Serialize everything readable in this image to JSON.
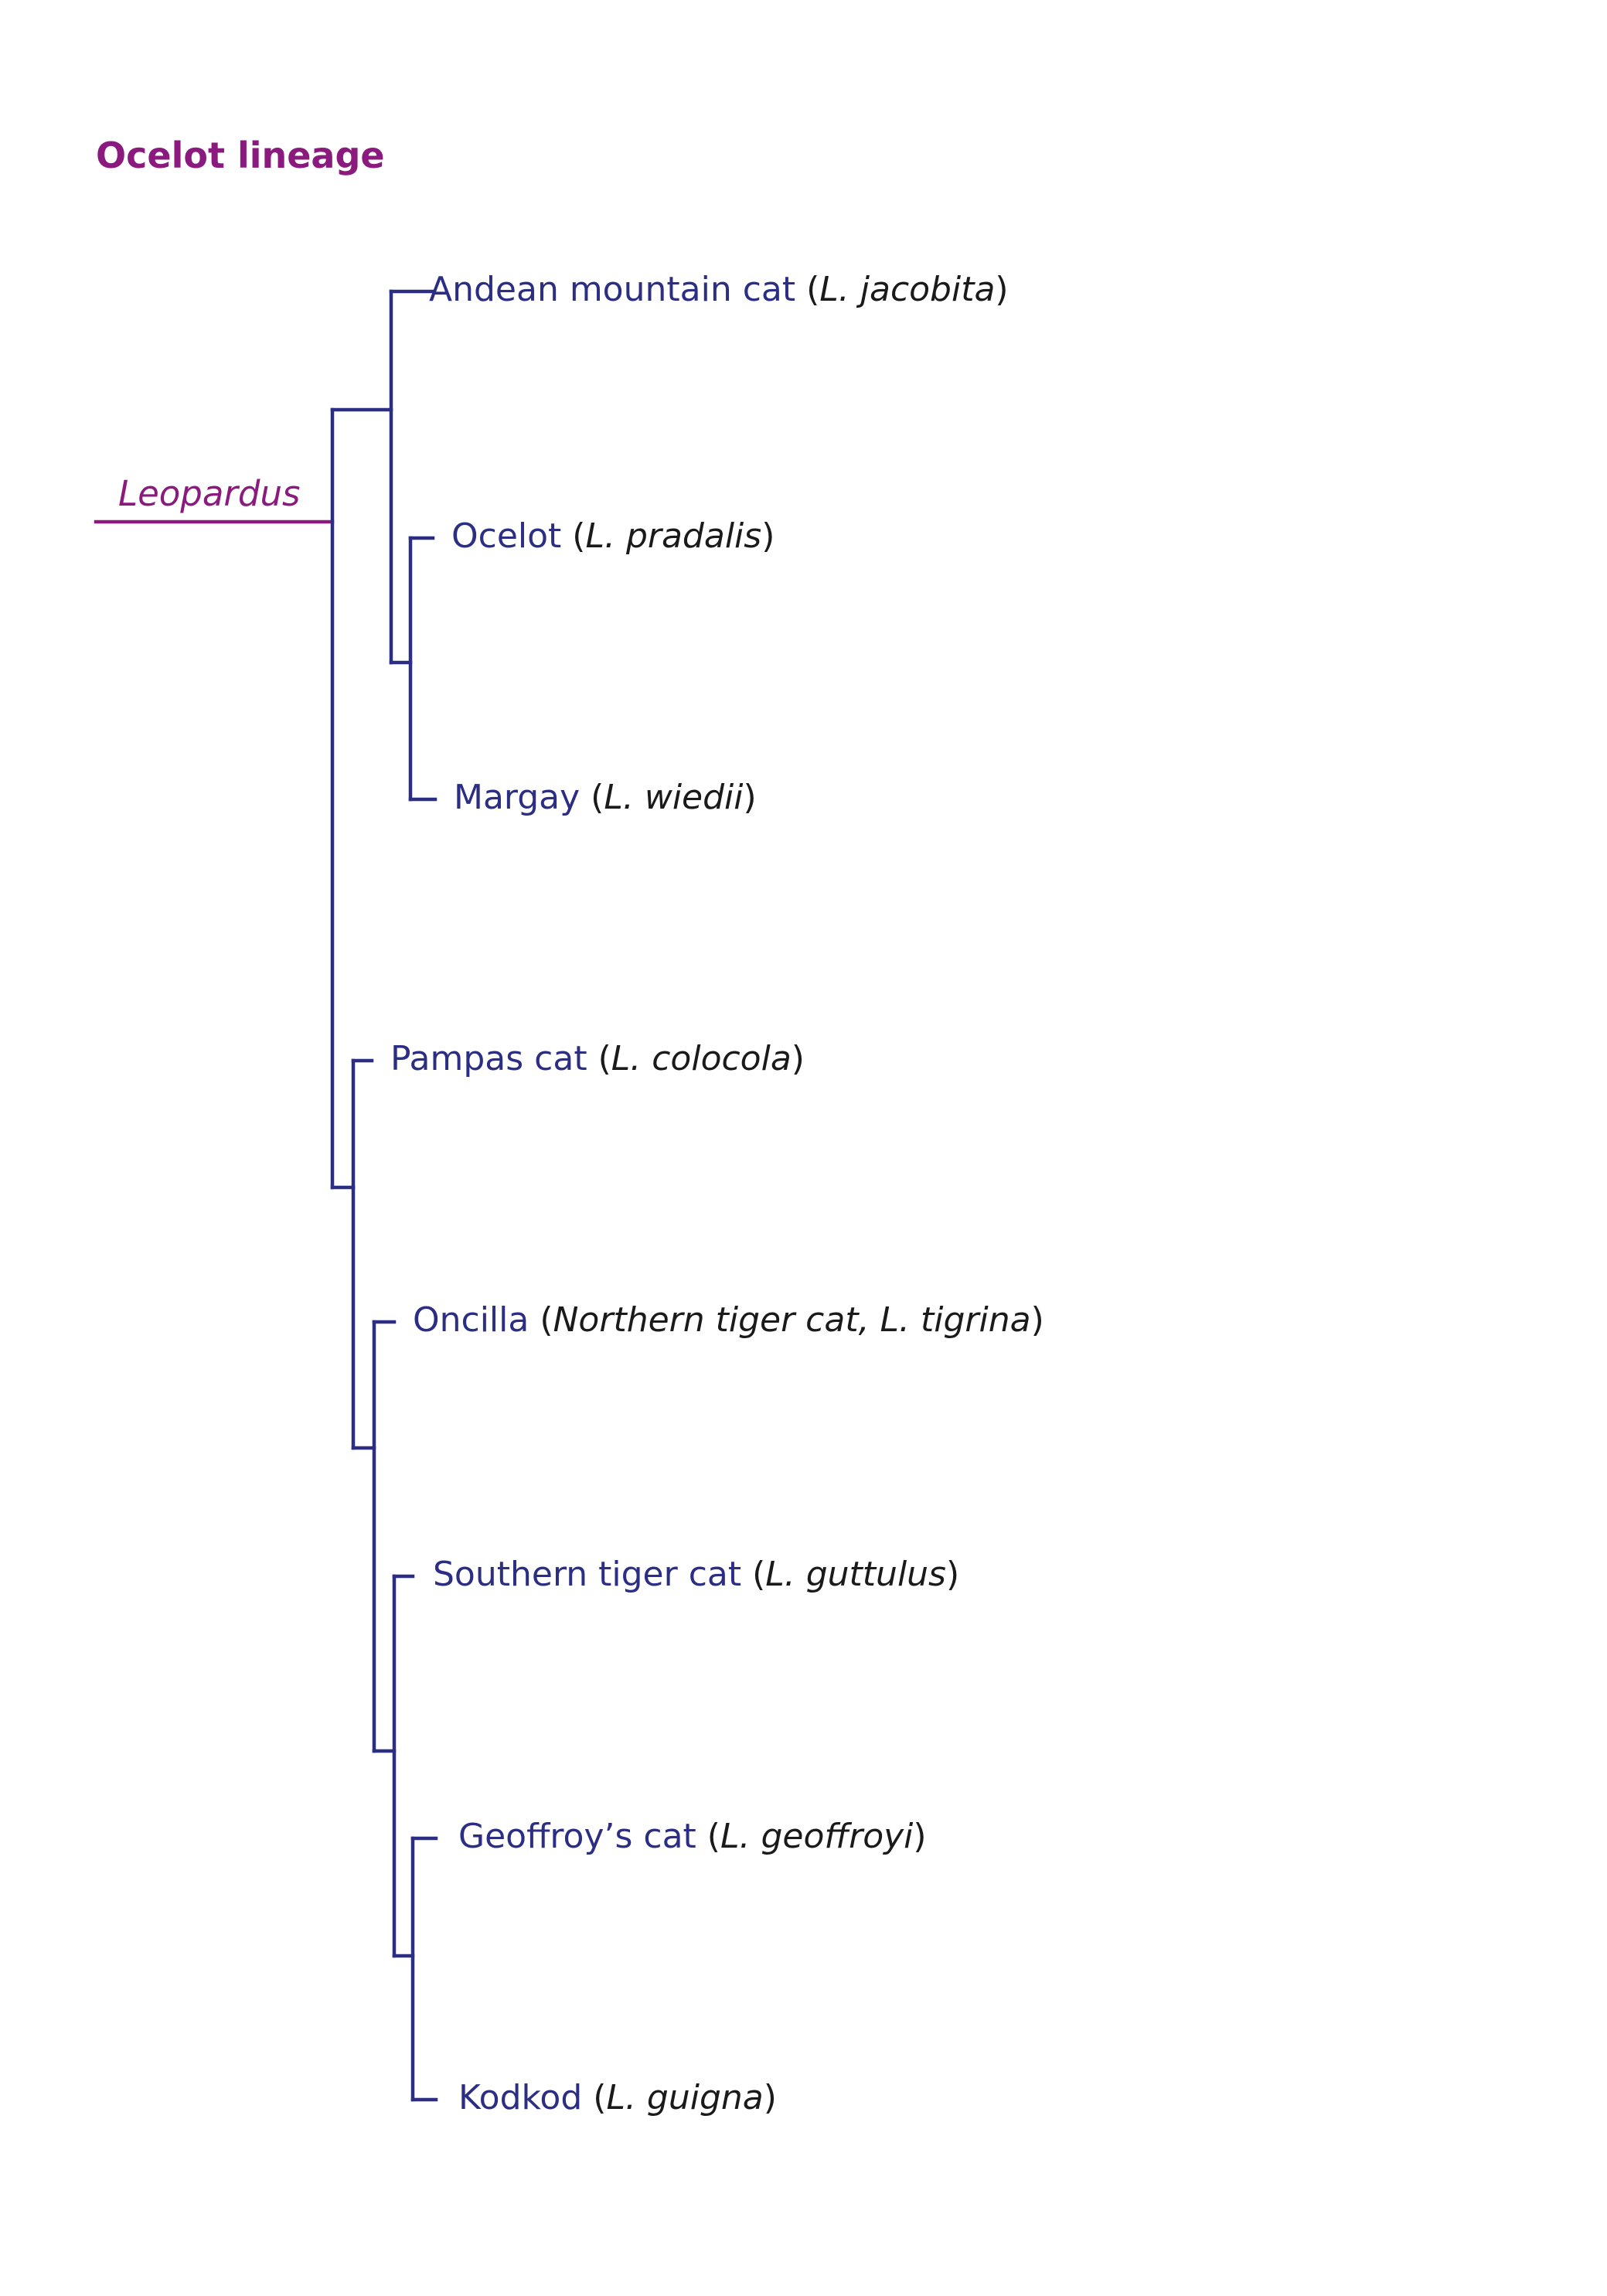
{
  "title": "Ocelot lineage",
  "genus": "Leopardus",
  "colors": {
    "title": "#8b1a7e",
    "genus": "#8b1a7e",
    "branch": "#2b2e83",
    "common_name": "#2b2e83",
    "scientific_name": "#1a1a1a"
  },
  "species": [
    {
      "common": "Andean mountain cat",
      "open": " (",
      "scientific": "L. jacobita",
      "close": ")"
    },
    {
      "common": "Ocelot",
      "open": " (",
      "scientific": "L. pradalis",
      "close": ")"
    },
    {
      "common": "Margay",
      "open": " (",
      "scientific": "L. wiedii",
      "close": ")"
    },
    {
      "common": "Pampas cat",
      "open": " (",
      "scientific": "L. colocola",
      "close": ")"
    },
    {
      "common": "Oncilla",
      "open": " (",
      "scientific": "Northern tiger cat, L. tigrina",
      "close": ")"
    },
    {
      "common": "Southern tiger cat",
      "open": " (",
      "scientific": "L. guttulus",
      "close": ")"
    },
    {
      "common": "Geoffroy’s cat",
      "open": " (",
      "scientific": "L. geoffroyi",
      "close": ")"
    },
    {
      "common": "Kodkod",
      "open": " (",
      "scientific": "L. guigna",
      "close": ")"
    }
  ],
  "tree": "((Andean mountain cat,(Ocelot,Margay)),(Pampas cat,(Oncilla,(Southern tiger cat,(Geoffroy’s cat,Kodkod)))))"
}
